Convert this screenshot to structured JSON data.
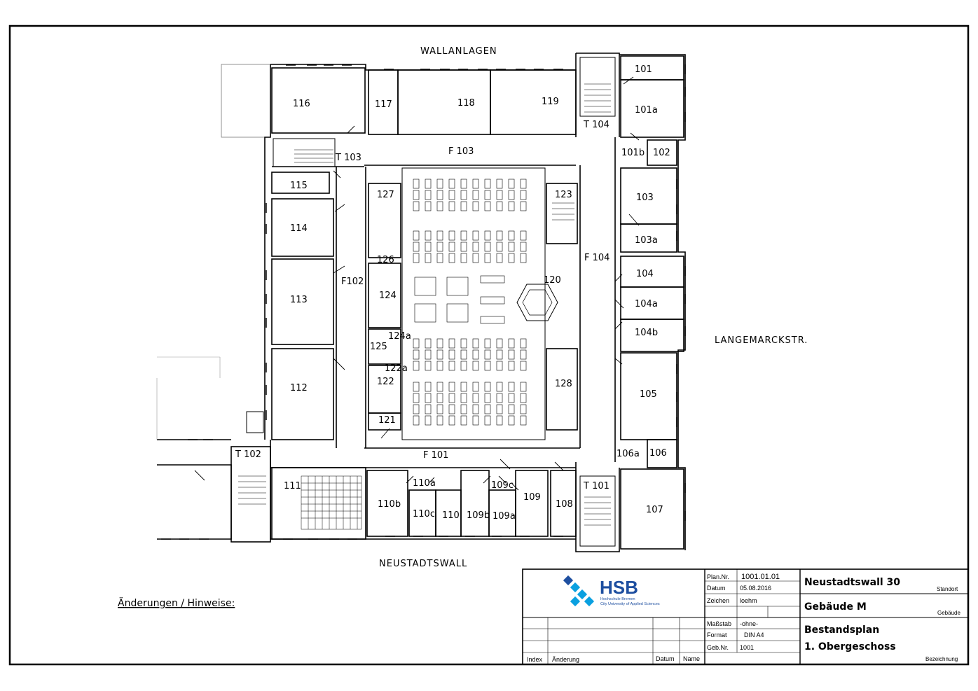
{
  "streets": {
    "north": "WALLANLAGEN",
    "south": "NEUSTADTSWALL",
    "east": "LANGEMARCKSTR."
  },
  "rooms": {
    "r116": "116",
    "r117": "117",
    "r118": "118",
    "r119": "119",
    "r101": "101",
    "r101a": "101a",
    "r101b": "101b",
    "r102": "102",
    "r103": "103",
    "r103a": "103a",
    "r104": "104",
    "r104a": "104a",
    "r104b": "104b",
    "r105": "105",
    "r106": "106",
    "r106a": "106a",
    "r107": "107",
    "r108": "108",
    "r109": "109",
    "r109a": "109a",
    "r109b": "109b",
    "r109c": "109c",
    "r110": "110",
    "r110a": "110a",
    "r110b": "110b",
    "r110c": "110c",
    "r111": "111",
    "r112": "112",
    "r113": "113",
    "r114": "114",
    "r115": "115",
    "r120": "120",
    "r121": "121",
    "r122": "122",
    "r122a": "122a",
    "r123": "123",
    "r124": "124",
    "r124a": "124a",
    "r125": "125",
    "r126": "126",
    "r127": "127",
    "r128": "128",
    "t103": "T  103",
    "t104": "T  104",
    "t102": "T  102",
    "t101": "T  101",
    "f103": "F  103",
    "f104": "F  104",
    "f101": "F  101",
    "f102": "F102"
  },
  "notes_label": "Änderungen  /  Hinweise:",
  "title_block": {
    "logo_text": "HSB",
    "logo_sub1": "Hochschule Bremen",
    "logo_sub2": "City University of Applied Sciences",
    "brand_color": "#1e4fa0",
    "accent_color": "#0aa0e0",
    "plan_nr_label": "Plan.Nr.",
    "plan_nr": "1001.01.01",
    "datum_label": "Datum",
    "datum": "05.08.2016",
    "zeichen_label": "Zeichen",
    "zeichen": "loehm",
    "massstab_label": "Maßstab",
    "massstab": "-ohne-",
    "format_label": "Format",
    "format": "DIN A4",
    "gebnr_label": "Geb.Nr.",
    "gebnr": "1001",
    "standort": "Neustadtswall  30",
    "standort_label": "Standort",
    "gebaeude": "Gebäude  M",
    "gebaeude_label": "Gebäude",
    "bezeichnung1": "Bestandsplan",
    "bezeichnung2": "1.  Obergeschoss",
    "bezeichnung_label": "Bezeichnung",
    "col_index": "Index",
    "col_aenderung": "Änderung",
    "col_datum": "Datum",
    "col_name": "Name"
  }
}
